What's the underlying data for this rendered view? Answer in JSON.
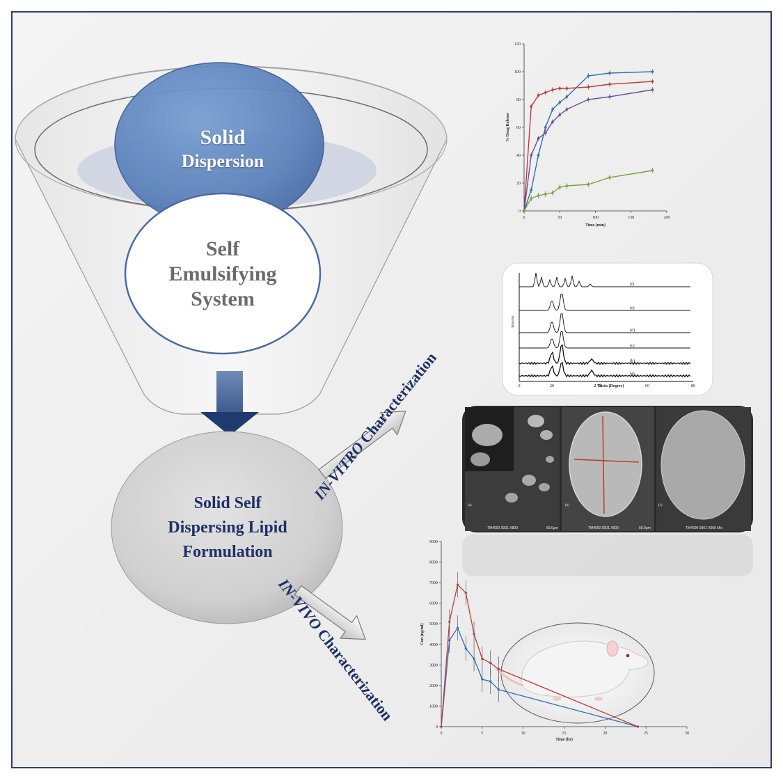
{
  "funnel": {
    "top_circle_line1": "Solid",
    "top_circle_line2": "Dispersion",
    "plus": "+",
    "mid_circle_line1": "Self",
    "mid_circle_line2": "Emulsifying",
    "mid_circle_line3": "System",
    "result_line1": "Solid Self",
    "result_line2": "Dispersing Lipid",
    "result_line3": "Formulation"
  },
  "branches": {
    "invitro_italic": "IN-VITRO",
    "invitro_rest": " Characterization",
    "invivo_italic": "IN-VIVO",
    "invivo_rest": " Characterization"
  },
  "colors": {
    "dark_blue": "#1f2f66",
    "circle_blue": "#6a8fc3",
    "series_blue": "#2f6eb5",
    "series_red": "#c0393b",
    "series_purple": "#6a4a9a",
    "series_green": "#7aa33a"
  },
  "chart_data": [
    {
      "type": "line",
      "xlabel": "Time (min)",
      "ylabel": "% Drug Release",
      "xlim": [
        0,
        200
      ],
      "ylim": [
        0,
        120
      ],
      "xticks": [
        0,
        50,
        100,
        150,
        200
      ],
      "yticks": [
        0,
        20,
        40,
        60,
        80,
        100,
        120
      ],
      "series": [
        {
          "x": [
            0,
            10,
            20,
            30,
            40,
            50,
            60,
            90,
            120,
            180
          ],
          "y": [
            0,
            15,
            40,
            60,
            73,
            78,
            82,
            97,
            99,
            100
          ]
        },
        {
          "x": [
            0,
            10,
            20,
            30,
            40,
            50,
            60,
            90,
            120,
            180
          ],
          "y": [
            0,
            75,
            83,
            85,
            87,
            88,
            88,
            89,
            91,
            93
          ]
        },
        {
          "x": [
            0,
            10,
            20,
            30,
            40,
            50,
            60,
            90,
            120,
            180
          ],
          "y": [
            0,
            40,
            52,
            56,
            64,
            69,
            73,
            80,
            82,
            87
          ]
        },
        {
          "x": [
            0,
            10,
            20,
            30,
            40,
            50,
            60,
            90,
            120,
            180
          ],
          "y": [
            0,
            9,
            11,
            12,
            13,
            17,
            18,
            19,
            24,
            29
          ]
        }
      ]
    },
    {
      "type": "line",
      "xlabel": "2 Theta (Degree)",
      "ylabel": "Intensity",
      "trace_labels": [
        "(f)",
        "(e)",
        "(d)",
        "(c)",
        "(b)",
        "(a)"
      ],
      "xticks": [
        "0",
        "20",
        "40",
        "60",
        "80"
      ]
    },
    {
      "type": "line",
      "xlabel": "Time (hr)",
      "ylabel": "Con (ng/ml)",
      "xlim": [
        0,
        30
      ],
      "ylim": [
        0,
        9000
      ],
      "xticks": [
        0,
        5,
        10,
        15,
        20,
        25,
        30
      ],
      "yticks": [
        0,
        1000,
        2000,
        3000,
        4000,
        5000,
        6000,
        7000,
        8000,
        9000
      ],
      "series": [
        {
          "x": [
            0,
            1,
            2,
            3,
            4,
            5,
            6,
            7,
            24
          ],
          "y": [
            0,
            4200,
            4800,
            3800,
            3300,
            2300,
            2200,
            1800,
            0
          ]
        },
        {
          "x": [
            0,
            1,
            2,
            3,
            4,
            5,
            6,
            7,
            24
          ],
          "y": [
            0,
            5100,
            6900,
            6500,
            4500,
            3300,
            3100,
            2800,
            0
          ]
        }
      ]
    }
  ],
  "sem_panel": {
    "panel_labels": [
      "(a)",
      "(b)",
      "(c)"
    ],
    "scale_texts": [
      "TM4000 0001 X800",
      "50.0μm",
      "TM4000 0001 X600",
      "50.0μm",
      "TM4000 0001 X600 Mic"
    ]
  }
}
